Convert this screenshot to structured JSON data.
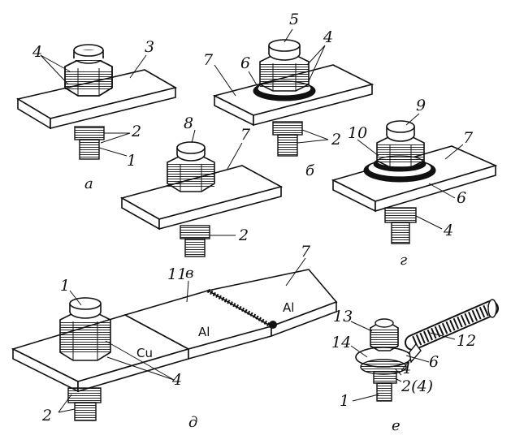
{
  "callouts": {
    "a_4": "4",
    "a_3": "3",
    "a_2": "2",
    "a_1": "1",
    "b_5": "5",
    "b_4": "4",
    "b_7": "7",
    "b_6": "6",
    "b_2": "2",
    "v_8": "8",
    "v_7": "7",
    "v_2": "2",
    "g_9": "9",
    "g_10": "10",
    "g_7": "7",
    "g_6": "6",
    "g_4": "4",
    "d_1": "1",
    "d_11": "11",
    "d_7": "7",
    "d_4": "4",
    "d_2": "2",
    "e_13": "13",
    "e_14": "14",
    "e_6": "6",
    "e_12": "12",
    "e_4": "4",
    "e_2": "2(4)",
    "e_1": "1"
  },
  "sub_labels": {
    "a": "а",
    "b": "б",
    "v": "в",
    "g": "г",
    "d": "д",
    "e": "е"
  },
  "materials": {
    "cu": "Cu",
    "al_mid": "Al",
    "al_right": "Al"
  }
}
